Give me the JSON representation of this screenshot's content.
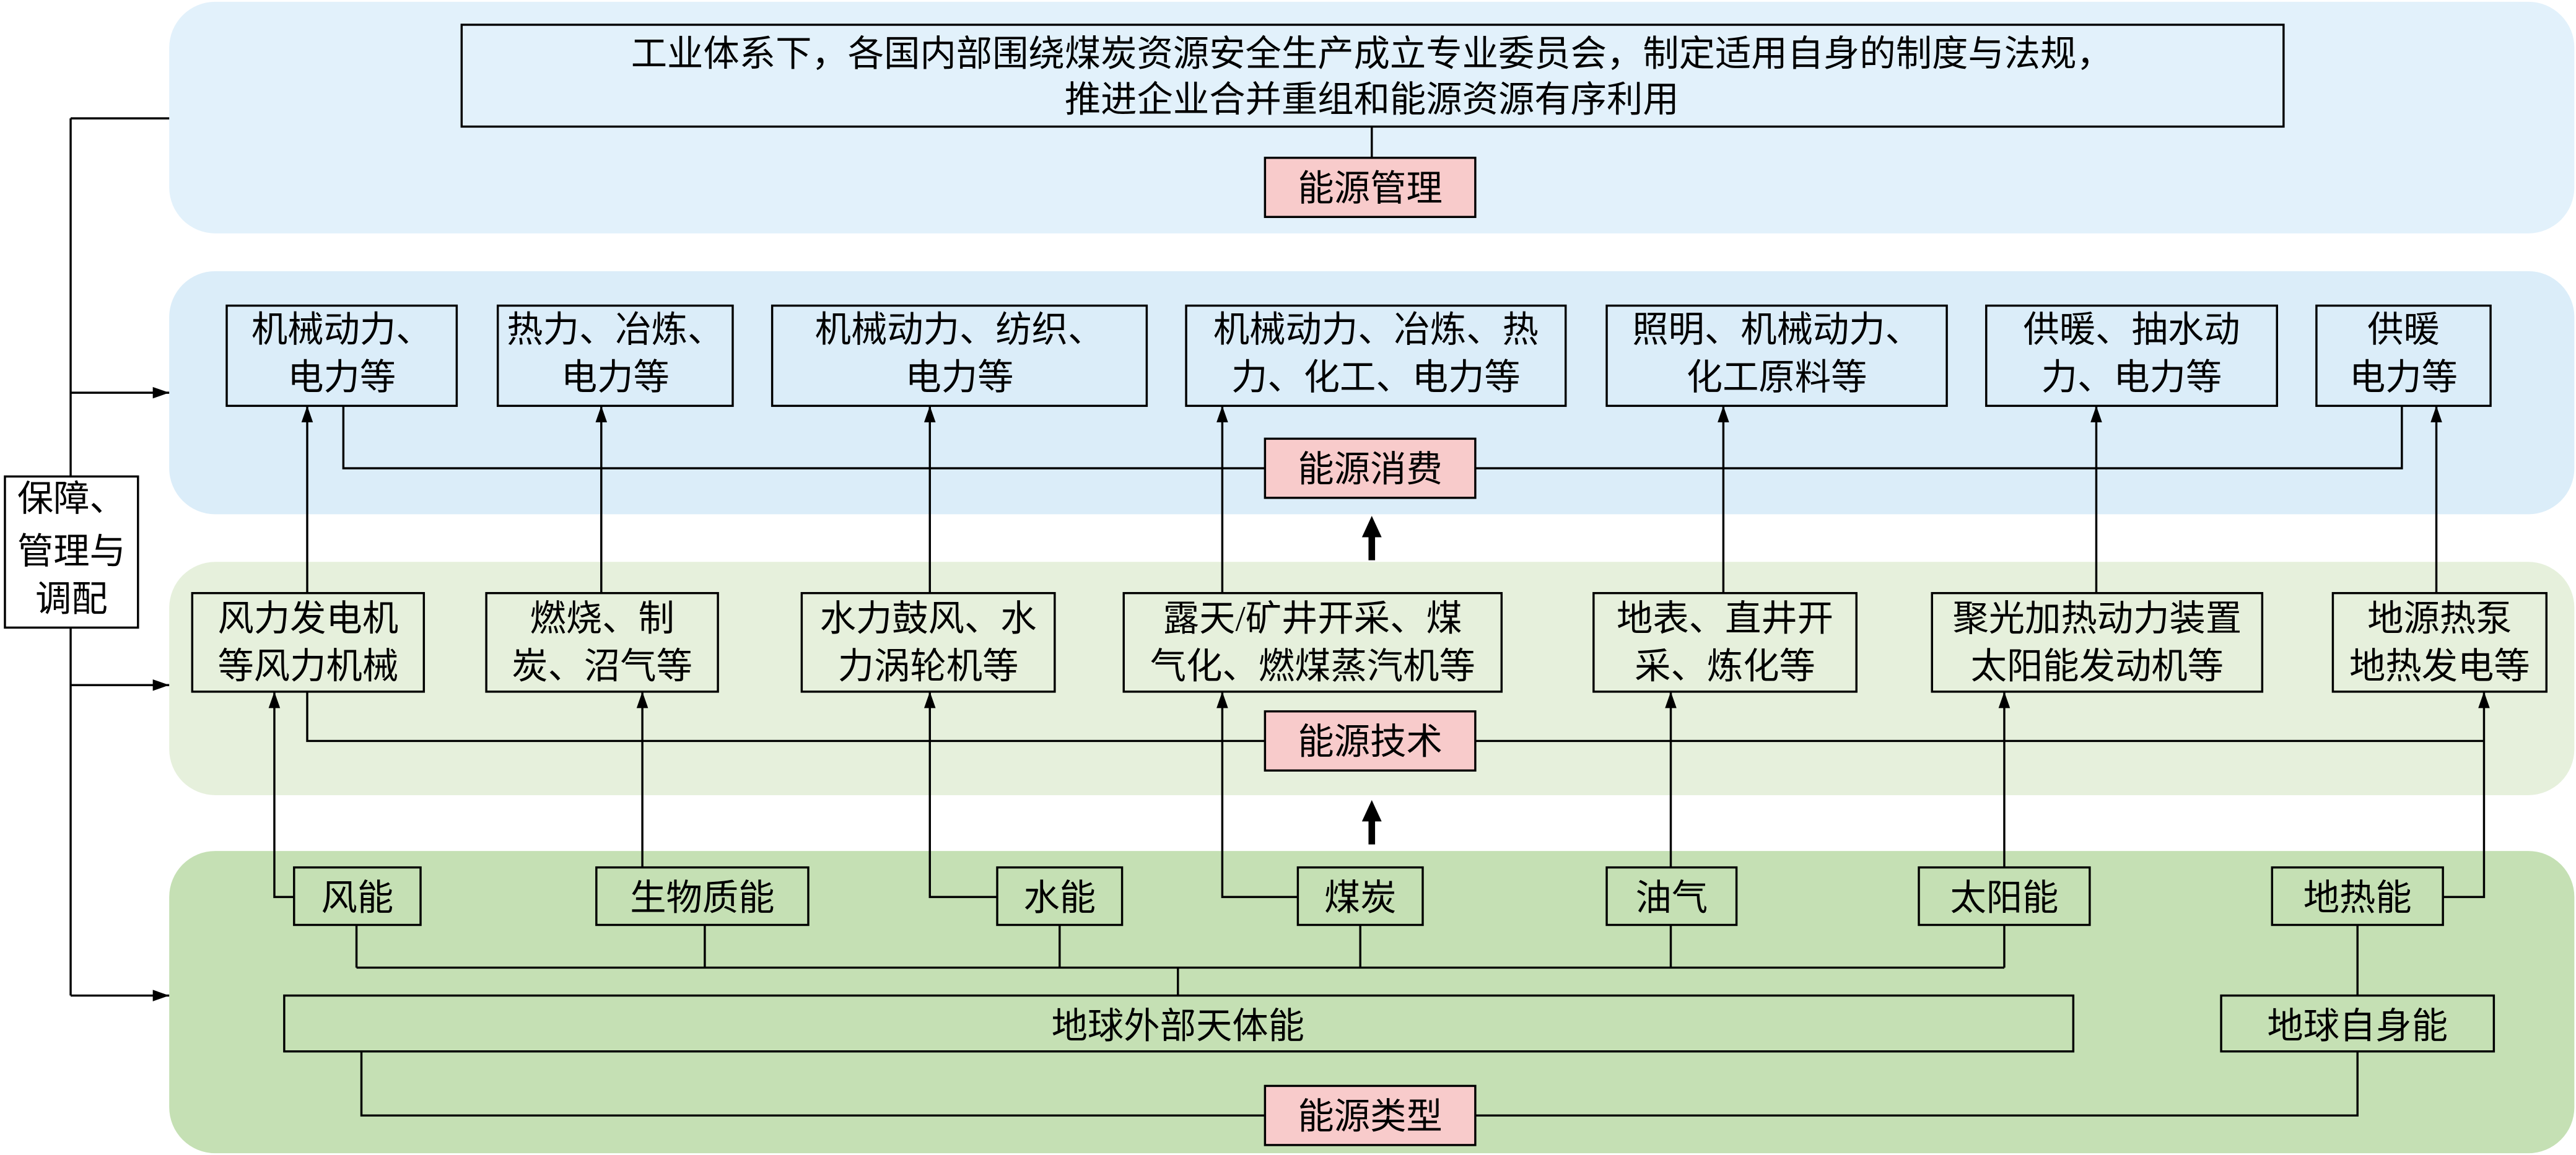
{
  "management": {
    "label": "能源管理",
    "policy_lines": [
      "工业体系下，各国内部围绕煤炭资源安全生产成立专业委员会，制定适用自身的制度与法规，",
      "推进企业合并重组和能源资源有序利用"
    ]
  },
  "consumption": {
    "label": "能源消费",
    "boxes": [
      {
        "lines": [
          "机械动力、",
          "电力等"
        ]
      },
      {
        "lines": [
          "热力、冶炼、",
          "电力等"
        ]
      },
      {
        "lines": [
          "机械动力、纺织、",
          "电力等"
        ]
      },
      {
        "lines": [
          "机械动力、冶炼、热",
          "力、化工、电力等"
        ]
      },
      {
        "lines": [
          "照明、机械动力、",
          "化工原料等"
        ]
      },
      {
        "lines": [
          "供暖、抽水动",
          "力、电力等"
        ]
      },
      {
        "lines": [
          "供暖",
          "电力等"
        ]
      }
    ]
  },
  "technology": {
    "label": "能源技术",
    "boxes": [
      {
        "lines": [
          "风力发电机",
          "等风力机械"
        ]
      },
      {
        "lines": [
          "燃烧、制",
          "炭、沼气等"
        ]
      },
      {
        "lines": [
          "水力鼓风、水",
          "力涡轮机等"
        ]
      },
      {
        "lines": [
          "露天/矿井开采、煤",
          "气化、燃煤蒸汽机等"
        ]
      },
      {
        "lines": [
          "地表、直井开",
          "采、炼化等"
        ]
      },
      {
        "lines": [
          "聚光加热动力装置",
          "太阳能发动机等"
        ]
      },
      {
        "lines": [
          "地源热泵",
          "地热发电等"
        ]
      }
    ]
  },
  "types": {
    "label": "能源类型",
    "sources": [
      "风能",
      "生物质能",
      "水能",
      "煤炭",
      "油气",
      "太阳能",
      "地热能"
    ],
    "external": "地球外部天体能",
    "internal": "地球自身能"
  },
  "support": {
    "lines": [
      "保障、",
      "管理与",
      "调配"
    ]
  },
  "colors": {
    "band_management": "#E2F1FB",
    "band_consumption": "#DBEDF9",
    "band_technology": "#E6F0DC",
    "band_types": "#C5E0B4",
    "label_fill": "#F8CBCB"
  }
}
